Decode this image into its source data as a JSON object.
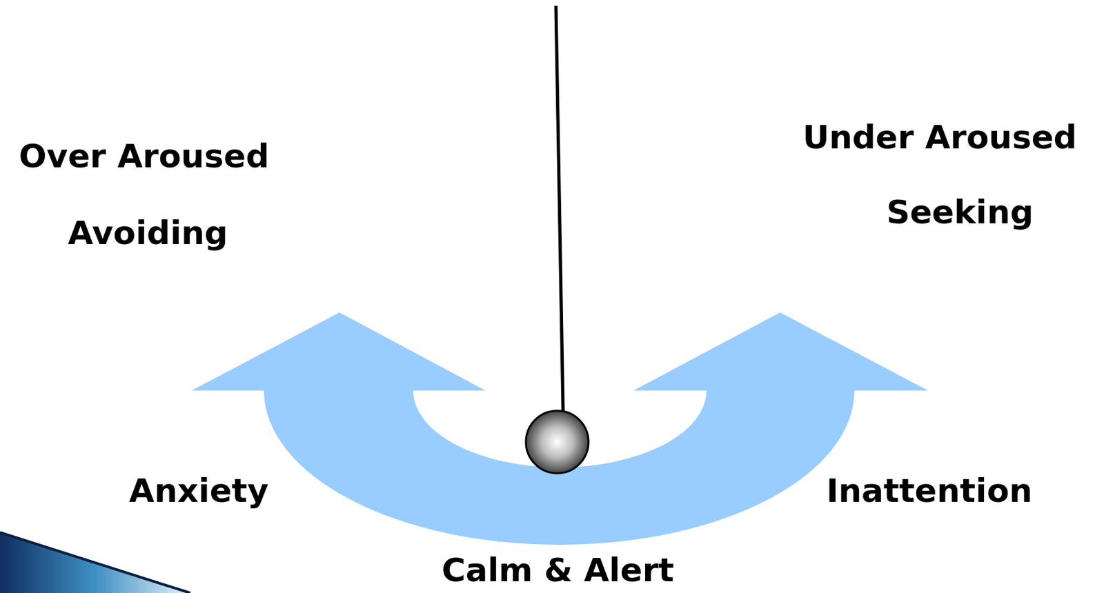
{
  "diagram": {
    "labels": [
      "Over Aroused",
      "Avoiding",
      "Under Aroused",
      "Seeking",
      "Anxiety",
      "Inattention",
      "Calm & Alert"
    ]
  }
}
